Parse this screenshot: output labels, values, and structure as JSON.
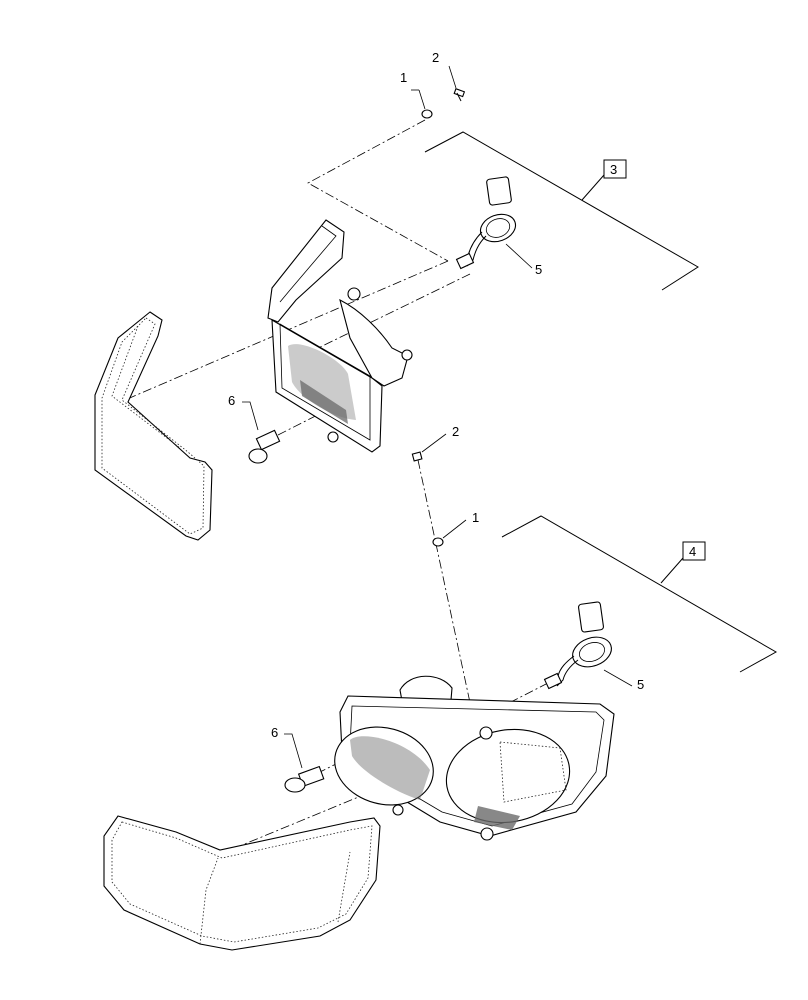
{
  "callouts": {
    "top_washer": "1",
    "top_screw": "2",
    "top_assembly": "3",
    "top_harness": "5",
    "top_bulb": "6",
    "mid_screw": "2",
    "mid_washer": "1",
    "bottom_assembly": "4",
    "bottom_harness": "5",
    "bottom_bulb": "6"
  }
}
